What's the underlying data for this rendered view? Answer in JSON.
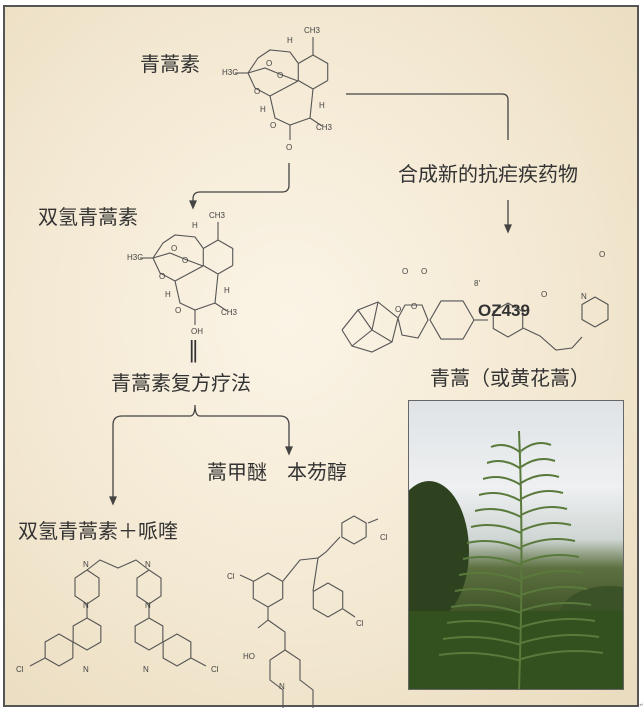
{
  "labels": {
    "artemisinin": "青蒿素",
    "synthesis": "合成新的抗疟疾药物",
    "oz439": "OZ439",
    "dihydroartemisinin": "双氢青蒿素",
    "equals": "‖",
    "act": "青蒿素复方疗法",
    "artemether_lumefantrine": "蒿甲醚　本芴醇",
    "dha_piperaquine": "双氢青蒿素＋哌喹",
    "plant": "青蒿（或黄花蒿）"
  },
  "atoms": {
    "artemisinin": [
      "CH3",
      "H",
      "H3C",
      "O",
      "O",
      "O",
      "H",
      "H",
      "O",
      "CH3",
      "O"
    ],
    "dha": [
      "CH3",
      "H",
      "H3C",
      "O",
      "O",
      "O",
      "H",
      "H",
      "O",
      "CH3",
      "OH"
    ],
    "oz439": [
      "O",
      "O",
      "O",
      "O",
      "8'",
      "O",
      "N",
      "O"
    ],
    "piperaquine": [
      "N",
      "N",
      "N",
      "N",
      "Cl",
      "N",
      "N",
      "Cl"
    ],
    "lumefantrine": [
      "Cl",
      "Cl",
      "Cl",
      "HO",
      "N"
    ]
  },
  "colors": {
    "background": "#f5ecd9",
    "line": "#444444",
    "border": "#555555"
  }
}
